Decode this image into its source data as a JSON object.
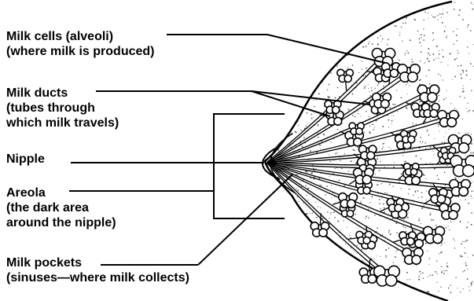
{
  "labels": {
    "alveoli": {
      "line1": "Milk cells (alveoli)",
      "line2": "(where milk is produced)"
    },
    "ducts": {
      "line1": "Milk ducts",
      "line2": "(tubes through",
      "line3": "which milk travels)"
    },
    "nipple": {
      "line1": "Nipple"
    },
    "areola": {
      "line1": "Areola",
      "line2": "(the dark area",
      "line3": "around the nipple)"
    },
    "pockets": {
      "line1": "Milk pockets",
      "line2": "(sinuses—where milk collects)"
    }
  },
  "colors": {
    "ink": "#000000",
    "stipple": "#555555",
    "background": "#ffffff"
  }
}
